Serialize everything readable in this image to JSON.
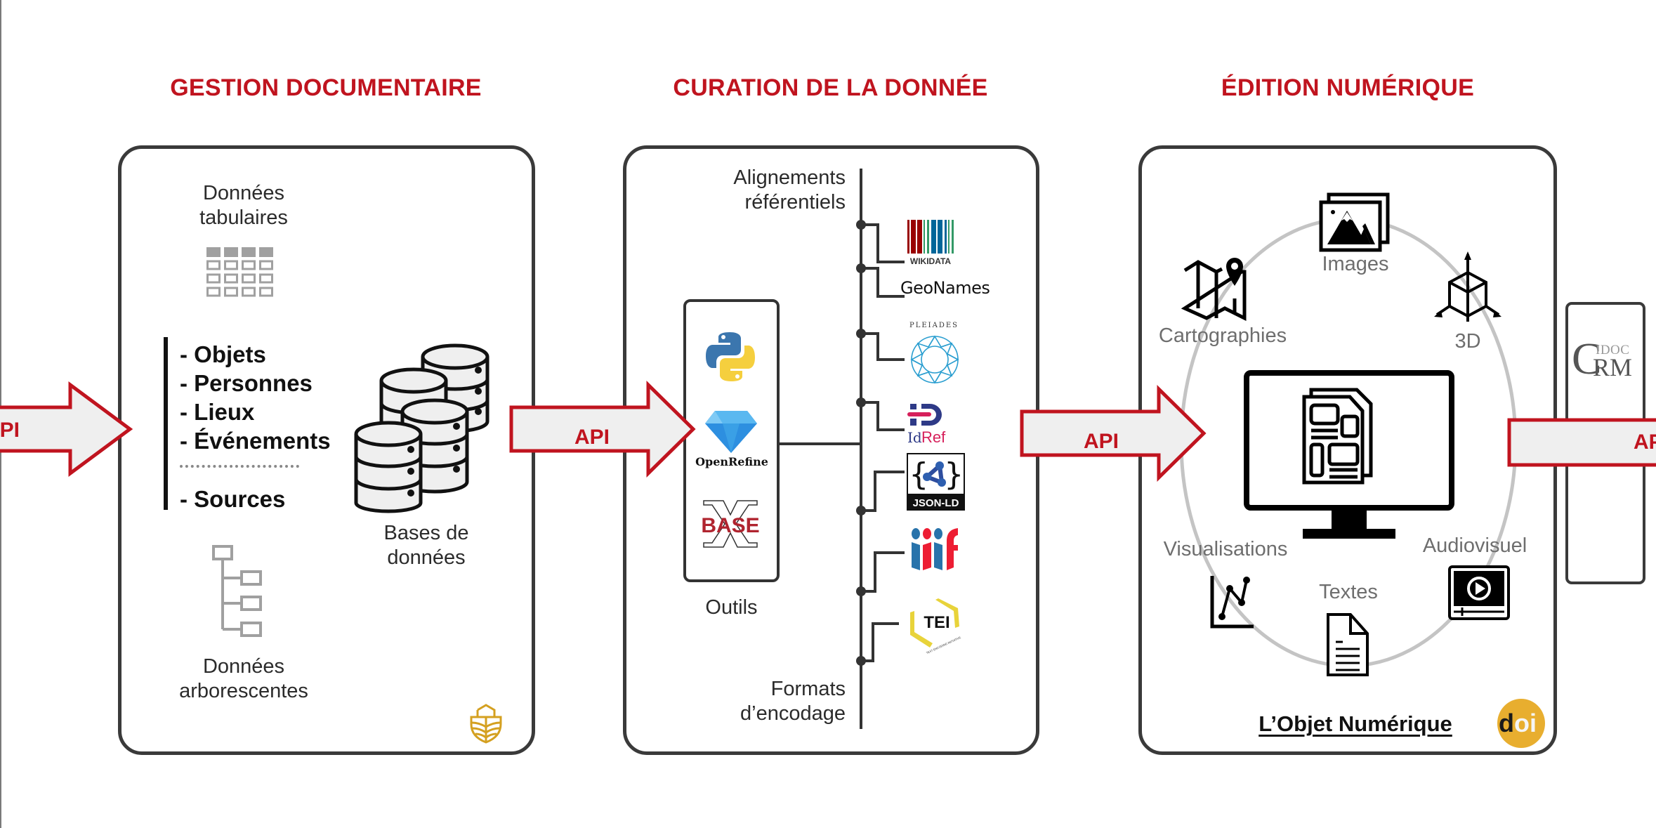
{
  "sections": [
    {
      "title": "GESTION DOCUMENTAIRE"
    },
    {
      "title": "CURATION DE LA DONNÉE"
    },
    {
      "title": "ÉDITION NUMÉRIQUE"
    }
  ],
  "arrows": [
    {
      "label": "API"
    },
    {
      "label": "API"
    },
    {
      "label": "API"
    },
    {
      "label": "API"
    }
  ],
  "gestion": {
    "tabular_label": [
      "Données",
      "tabulaires"
    ],
    "entity_list": [
      "- Objets",
      "- Personnes",
      "- Lieux",
      "- Événements"
    ],
    "sources_item": "- Sources",
    "databases_label": [
      "Bases de",
      "données"
    ],
    "tree_label": [
      "Données",
      "arborescentes"
    ],
    "icons": [
      "table-icon",
      "database-stack-icon",
      "tree-hierarchy-icon",
      "ark-boat-logo"
    ]
  },
  "curation": {
    "top_label": [
      "Alignements",
      "référentiels"
    ],
    "bottom_label": [
      "Formats",
      "d’encodage"
    ],
    "tools_label": "Outils",
    "tools": [
      {
        "name": "Python",
        "icon": "python-logo"
      },
      {
        "name": "OpenRefine",
        "icon": "openrefine-diamond-logo"
      },
      {
        "name": "BASE X",
        "icon": "basex-logo"
      }
    ],
    "referentials": [
      {
        "name": "WIKIDATA",
        "icon": "wikidata-barcode-logo"
      },
      {
        "name": "GeoNames",
        "icon": "geonames-globe-logo"
      },
      {
        "name": "PLEIADES",
        "icon": "pleiades-circle-logo"
      },
      {
        "name": "IdRef",
        "icon": "idref-logo"
      }
    ],
    "formats": [
      {
        "name": "JSON-LD",
        "icon": "json-ld-logo"
      },
      {
        "name": "iiif",
        "icon": "iiif-logo"
      },
      {
        "name": "TEI",
        "icon": "tei-logo"
      }
    ],
    "colors": {
      "wikidata_red": "#990000",
      "wikidata_green": "#339966",
      "wikidata_blue": "#006699",
      "iiif_blue": "#2873ab",
      "iiif_red": "#ed1d33",
      "tei_yellow": "#e8d33a",
      "pleiades_blue": "#2a9ed0",
      "idref_navy": "#2e3a87",
      "idref_red": "#d6205b"
    }
  },
  "edition": {
    "formats": [
      {
        "label": "Images",
        "icon": "images-icon"
      },
      {
        "label": "Cartographies",
        "icon": "map-pin-icon"
      },
      {
        "label": "3D",
        "icon": "cube-3d-icon"
      },
      {
        "label": "Visualisations",
        "icon": "line-chart-icon"
      },
      {
        "label": "Textes",
        "icon": "text-document-icon"
      },
      {
        "label": "Audiovisuel",
        "icon": "video-player-icon"
      }
    ],
    "center_icon": "monitor-document-icon",
    "object_title": "L’Objet Numérique",
    "doi_badge": "doi",
    "colors": {
      "doi_yellow": "#e8ae2f"
    }
  },
  "crm": {
    "logo_big": "C",
    "logo_top": "IDOC",
    "logo_bottom": "RM"
  },
  "colors": {
    "accent_red": "#c0141f",
    "arrow_fill": "#efefef",
    "panel_border": "#3a3a3a",
    "gold": "#d4a020"
  }
}
